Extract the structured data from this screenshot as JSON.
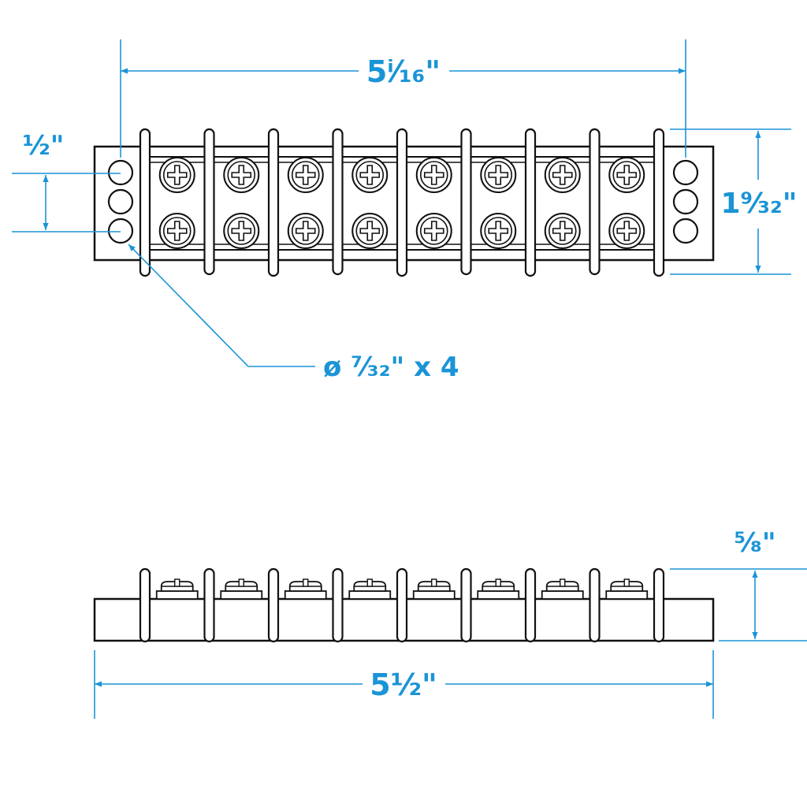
{
  "colors": {
    "dimension": "#1a94d6",
    "outline": "#111111",
    "background": "#ffffff"
  },
  "top_view": {
    "terminal_count": 8,
    "barrier_count": 9,
    "mounting_holes_per_end": 3,
    "dimensions": {
      "overall_span": "5ⁱ⁄₁₆\"",
      "hole_spacing": "½\"",
      "height": "1⁹⁄₃₂\"",
      "hole_diameter": "ø ⁷⁄₃₂\" x 4"
    }
  },
  "side_view": {
    "terminal_count": 8,
    "barrier_count": 9,
    "dimensions": {
      "height": "⁵⁄₈\"",
      "length": "5½\""
    }
  }
}
